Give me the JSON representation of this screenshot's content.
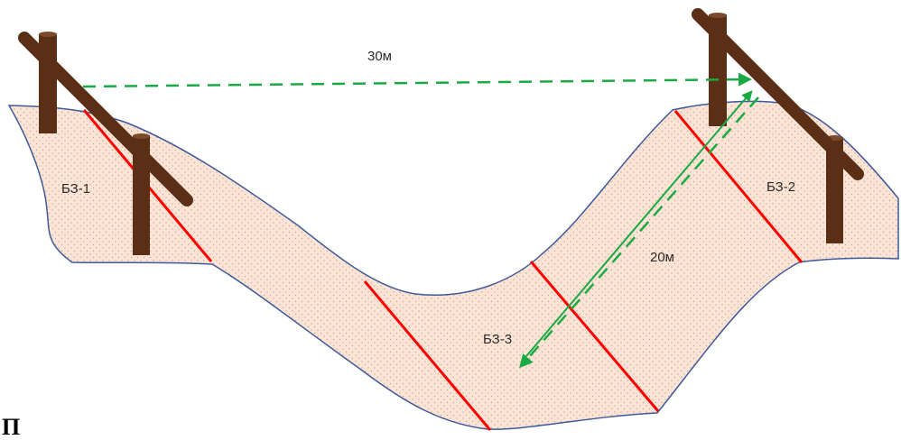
{
  "labels": {
    "top_distance": "30м",
    "slope_distance": "20м",
    "left_bank_zone": "БЗ-1",
    "right_bank_zone": "БЗ-2",
    "bottom_zone": "БЗ-3",
    "cut_off_text": "П"
  },
  "colors": {
    "ground_fill": "#fbe4d6",
    "ground_outline": "#3f5a9a",
    "stake": "#5a2f16",
    "section_line": "#ff0000",
    "measure_line": "#1aaa43"
  }
}
